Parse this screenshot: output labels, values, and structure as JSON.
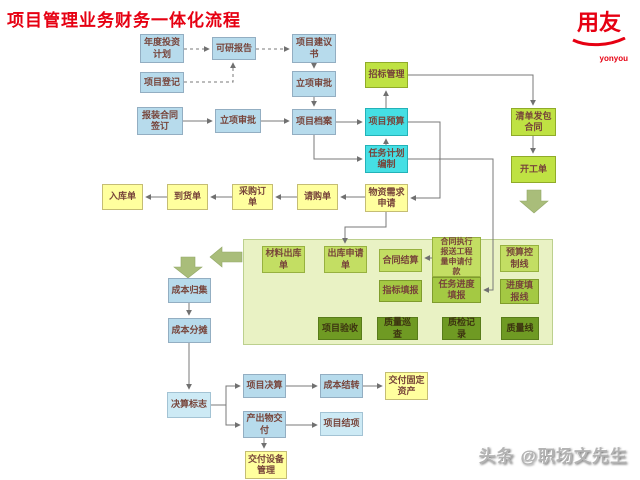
{
  "title": "项目管理业务财务一体化流程",
  "logo": {
    "brand": "用友",
    "sub": "yonyou"
  },
  "watermark": "头条 @职场文先生",
  "colors": {
    "title_red": "#e60012",
    "light_blue": "#b7dbec",
    "pale_blue": "#cdeaf5",
    "cyan": "#45dfe4",
    "yellow": "#ffff9e",
    "yellow_green": "#bfe243",
    "panel_bg": "#e9f2c4",
    "light_green": "#c3de63",
    "mid_green": "#a4c943",
    "dark_green": "#6f9a23",
    "block_arrow": "#a9bd7a",
    "line": "#787878"
  },
  "nodes": {
    "annual_invest_plan": "年度投资计划",
    "feasibility_report": "可研报告",
    "project_proposal": "项目建议书",
    "project_register": "项目登记",
    "approval_top": "立项审批",
    "install_contract": "报装合同签订",
    "approval_mid": "立项审批",
    "project_archive": "项目档案",
    "bidding": "招标管理",
    "project_budget": "项目预算",
    "task_plan": "任务计划编制",
    "list_contract": "清单发包合同",
    "start_order": "开工单",
    "material_request": "物资需求申请",
    "purchase_requisition": "请购单",
    "purchase_order": "采购订单",
    "arrival_note": "到货单",
    "warehouse_in": "入库单",
    "material_out": "材料出库单",
    "out_request": "出库申请单",
    "contract_settle": "合同结算",
    "contract_exec": "合同执行报送工程量申请付款",
    "budget_ctrl_line": "预算控制线",
    "indicator_fill": "指标填报",
    "task_progress": "任务进度填报",
    "progress_line": "进度填报线",
    "project_accept": "项目验收",
    "quality_patrol": "质量巡查",
    "quality_record": "质检记录",
    "quality_line": "质量线",
    "cost_collect": "成本归集",
    "cost_allocate": "成本分摊",
    "settle_flag": "决算标志",
    "project_final": "项目决算",
    "cost_transfer": "成本结转",
    "fixed_asset": "交付固定资产",
    "output_delivery": "产出物交付",
    "project_close": "项目结项",
    "equipment_delivery": "交付设备管理"
  }
}
